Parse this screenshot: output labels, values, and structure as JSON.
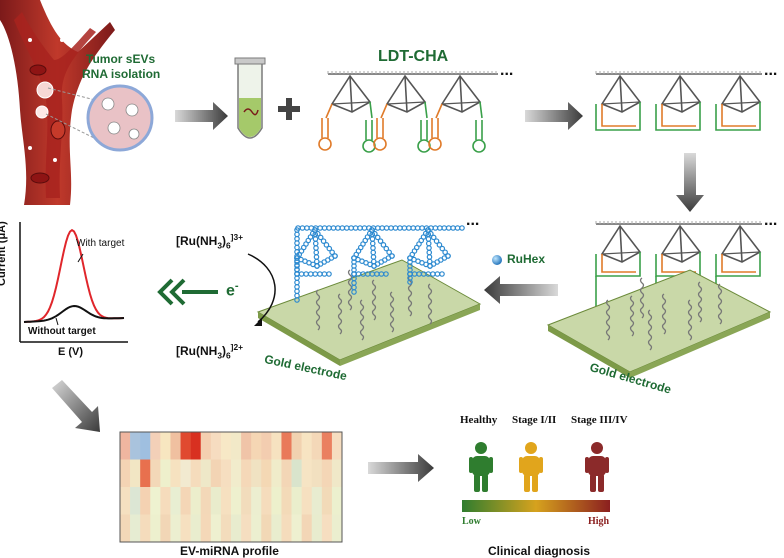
{
  "sample": {
    "label_line1": "Tumor sEVs",
    "label_line2": "RNA isolation"
  },
  "probe": {
    "title": "LDT-CHA",
    "ellipsis": "..."
  },
  "ruhex": {
    "label": "RuHex"
  },
  "electrode": {
    "left_label": "Gold electrode",
    "right_label": "Gold electrode"
  },
  "redox": {
    "top_prefix": "[Ru(NH",
    "top_sub": "3",
    "top_mid": ")",
    "top_sub2": "6",
    "top_sup": "]3+",
    "bottom_prefix": "[Ru(NH",
    "bottom_sub": "3",
    "bottom_mid": ")",
    "bottom_sub2": "6",
    "bottom_sup": "]2+",
    "electron": "e",
    "electron_sup": "-"
  },
  "plot": {
    "y_label": "Current (μA)",
    "x_label": "E (V)",
    "with_target": "With target",
    "without_target": "Without target",
    "colors": {
      "with": "#e0262b",
      "without": "#111111"
    }
  },
  "heatmap": {
    "caption": "EV-miRNA profile",
    "rows": [
      [
        "#f0b6a0",
        "#a9c3dd",
        "#9fbfe0",
        "#f3d0b8",
        "#f7e6c0",
        "#f0c0a0",
        "#e04a30",
        "#d83020",
        "#f4cfb0",
        "#f6dcc0",
        "#f7e8c6",
        "#f2e9c8",
        "#f0c4a8",
        "#f5d6b4",
        "#f3cdb0",
        "#f6e2c0",
        "#e97a5a",
        "#f1d2b0",
        "#f7e4c2",
        "#f4d8b8",
        "#ea8060",
        "#f6ddc0"
      ],
      [
        "#f4d4b4",
        "#f2e6c4",
        "#e8704e",
        "#f3d8b8",
        "#eef0cc",
        "#f6e2c0",
        "#f2ead0",
        "#f5dcbc",
        "#eee8c8",
        "#f3d4b4",
        "#f6dec0",
        "#f1eccc",
        "#f5d8b8",
        "#f0e2c2",
        "#f4d8b4",
        "#f0ecca",
        "#f3d6b6",
        "#d9e4cc",
        "#f6e4c4",
        "#f2e0c0",
        "#f4d6b6",
        "#f0e8c8"
      ],
      [
        "#f5e0c0",
        "#dce6d4",
        "#f4d2b2",
        "#eef2d0",
        "#f6dcbc",
        "#e8eed2",
        "#f4d6b6",
        "#eceecc",
        "#f3d8b8",
        "#e9eccc",
        "#f6e0c0",
        "#eef0ce",
        "#f2dcbc",
        "#eceed0",
        "#f5dcbc",
        "#edf0cc",
        "#f3dab8",
        "#eaeecc",
        "#f6e0c0",
        "#e8ecd0",
        "#f2dab8",
        "#ecf0ce"
      ],
      [
        "#f3d8b8",
        "#e6ecd2",
        "#f5dcbc",
        "#edf0ce",
        "#f2d6b6",
        "#ecefd0",
        "#f6e0c0",
        "#e9edce",
        "#f4d8b8",
        "#eef0d0",
        "#f3dcbc",
        "#e8ecce",
        "#f5dec0",
        "#ecefd0",
        "#f2d8b6",
        "#e9edce",
        "#f5dcbc",
        "#eef0d0",
        "#f3d6b6",
        "#e8ecce",
        "#f6dec0",
        "#ebeecf"
      ]
    ]
  },
  "diagnosis": {
    "caption": "Clinical diagnosis",
    "stages": [
      {
        "label": "Healthy",
        "color": "#2f7d2f"
      },
      {
        "label": "Stage I/II",
        "color": "#e1a51c"
      },
      {
        "label": "Stage III/IV",
        "color": "#8b2a2a"
      }
    ],
    "scale_low": "Low",
    "scale_high": "High",
    "scale_colors": {
      "low": "#2f7d2f",
      "mid": "#d6a21e",
      "high": "#8b1f1f"
    }
  }
}
